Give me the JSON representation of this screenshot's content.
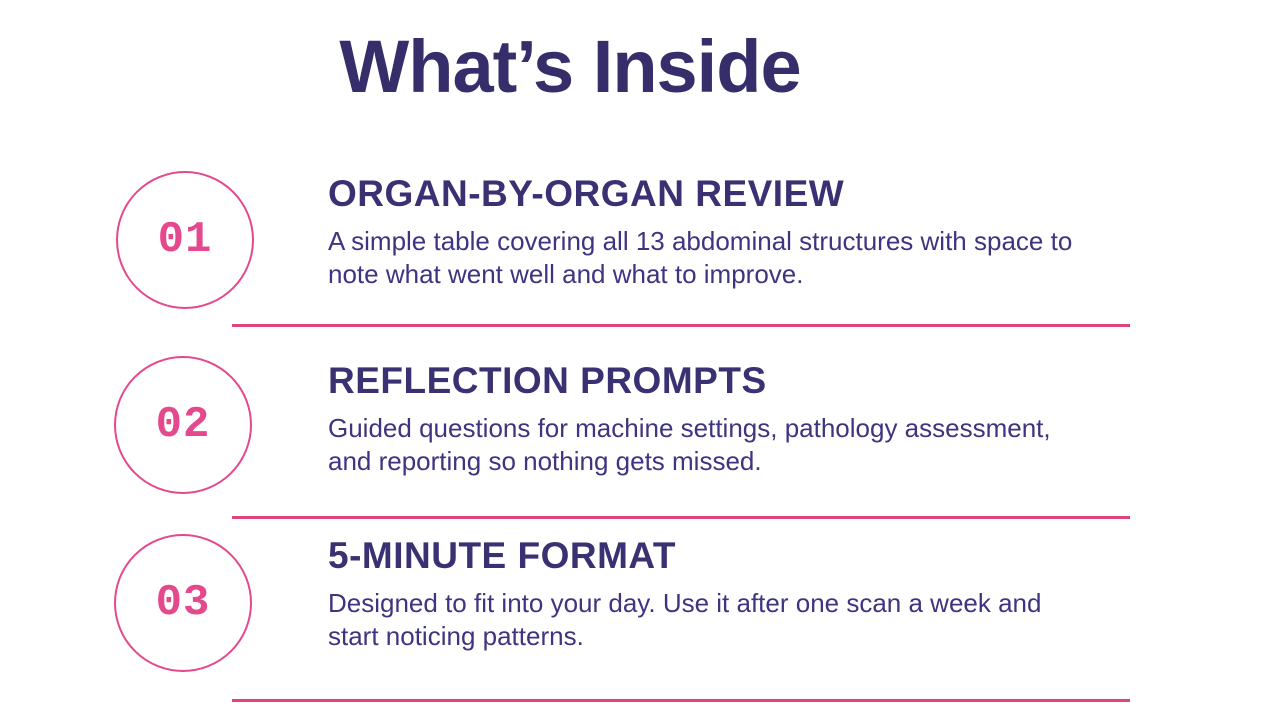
{
  "page": {
    "background_color": "#ffffff",
    "title_color": "#362e6b",
    "heading_color": "#3a3173",
    "body_color": "#3e3580",
    "accent_pink": "#e5498d",
    "divider_pink": "#e0447e"
  },
  "title": "What’s Inside",
  "items": [
    {
      "number": "01",
      "heading": "ORGAN-BY-ORGAN REVIEW",
      "body_line1": "A simple table covering all 13 abdominal structures with space to",
      "body_line2": "note what went well and what to improve."
    },
    {
      "number": "02",
      "heading": "REFLECTION PROMPTS",
      "body_line1": "Guided questions for machine settings, pathology assessment,",
      "body_line2": "and reporting so nothing gets missed."
    },
    {
      "number": "03",
      "heading": "5-MINUTE FORMAT",
      "body_line1": "Designed to fit into your day. Use it after one scan a week and",
      "body_line2": "start noticing patterns."
    }
  ]
}
